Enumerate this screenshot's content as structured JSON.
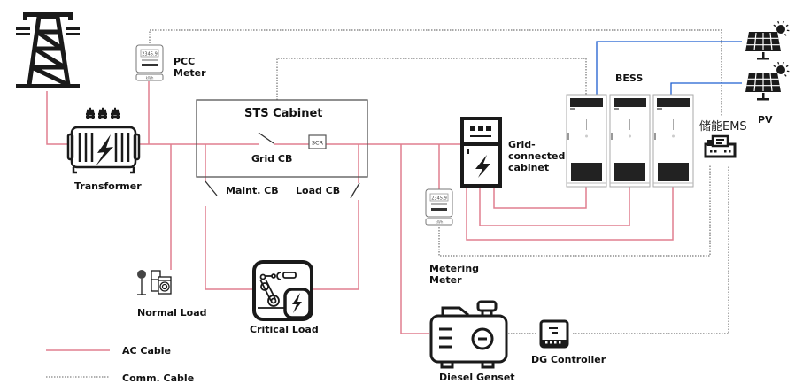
{
  "title": "Microgrid system topology",
  "colors": {
    "ac_cable": "#e07f8f",
    "comm_cable": "#555555",
    "dc_pv_cable": "#1f5fd0",
    "icon": "#1a1a1a"
  },
  "components": {
    "transmission_tower": {
      "icon": "power-tower-icon"
    },
    "transformer": {
      "label": "Transformer",
      "icon": "transformer-icon"
    },
    "pcc_meter": {
      "label": "PCC\nMeter",
      "display": "2345.9",
      "unit": "kWh",
      "icon": "energy-meter-icon"
    },
    "sts_cabinet": {
      "label": "STS Cabinet",
      "grid_cb": "Grid CB",
      "maint_cb": "Maint. CB",
      "load_cb": "Load CB",
      "scr": "SCR"
    },
    "grid_cabinet": {
      "label": "Grid-\nconnected\ncabinet",
      "icon": "grid-cabinet-icon"
    },
    "metering_meter": {
      "label": "Metering\nMeter",
      "display": "2345.9",
      "unit": "kWh",
      "icon": "energy-meter-icon"
    },
    "bess": {
      "label": "BESS",
      "units": 3,
      "icon": "battery-cabinet-icon"
    },
    "pv": {
      "label": "PV",
      "panels": 2,
      "icon": "solar-panel-icon"
    },
    "ems": {
      "label": "储能EMS",
      "icon": "ems-controller-icon"
    },
    "normal_load": {
      "label": "Normal Load",
      "icon": "appliances-icon"
    },
    "critical_load": {
      "label": "Critical Load",
      "icon": "critical-load-icon"
    },
    "diesel_genset": {
      "label": "Diesel Genset",
      "icon": "generator-icon"
    },
    "dg_controller": {
      "label": "DG Controller",
      "icon": "controller-icon"
    }
  },
  "legend": [
    {
      "label": "AC Cable",
      "style": "solid"
    },
    {
      "label": "Comm. Cable",
      "style": "dotted"
    }
  ]
}
